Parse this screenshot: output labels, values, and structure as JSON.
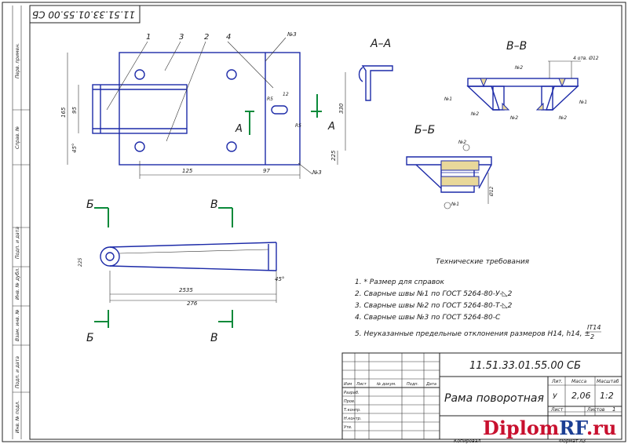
{
  "stamp_top": "11.51.33.01.55.00 СБ",
  "side_column": [
    "Перв. примен.",
    "Справ. №",
    "Подп. и дата",
    "Инв. № дубл.",
    "Взам. инв. №",
    "Подп. и дата",
    "Инв. № подл."
  ],
  "plan_view": {
    "callouts": [
      "1",
      "3",
      "2",
      "4"
    ],
    "weld_marks": [
      "№3",
      "№3"
    ],
    "dims": {
      "width_165": "165",
      "inner_95": "95",
      "right_330": "330",
      "right_225": "225",
      "bottom_125": "125",
      "bottom_97": "97",
      "angle_45": "45°",
      "r5a": "R5",
      "r5b": "R5",
      "slot_12": "12"
    },
    "section_letter": "А"
  },
  "side_view": {
    "dims": {
      "dia_225": "225",
      "len_2535": "2535",
      "len_276": "276",
      "angle_45": "45°"
    },
    "cut_b": "Б",
    "cut_v": "В"
  },
  "section_aa": {
    "title": "А–А"
  },
  "section_vv": {
    "title": "В–В",
    "note": "4 отв. Ø12",
    "welds": [
      "№2",
      "№2",
      "№2",
      "№2",
      "№1",
      "№1"
    ]
  },
  "section_bb": {
    "title": "Б–Б",
    "welds": [
      "№2",
      "№1"
    ],
    "dim": "Ø12"
  },
  "tech_req": {
    "heading": "Технические требования",
    "items": [
      "1. * Размер для справок",
      "2. Сварные швы №1 по ГОСТ 5264-80-У-◺2",
      "3. Сварные швы №2 по ГОСТ 5264-80-Т-◺2",
      "4. Сварные швы №3 по ГОСТ 5264-80-С",
      "5. Неуказанные предельные отклонения размеров Н14, h14, ±"
    ],
    "fraction_top": "IT14",
    "fraction_bottom": "2"
  },
  "title_block": {
    "doc_code": "11.51.33.01.55.00 СБ",
    "name": "Рама поворотная",
    "lit_label": "Лит.",
    "mass_label": "Масса",
    "scale_label": "Масштаб",
    "lit_value": "У",
    "mass_value": "2,06",
    "scale_value": "1:2",
    "sheet_label": "Лист",
    "sheets_label": "Листов",
    "sheets_value": "1",
    "row_labels": [
      "Разраб.",
      "Пров.",
      "Т.контр.",
      "Н.контр.",
      "Утв."
    ],
    "col_headers": [
      "Изм",
      "Лист",
      "№ докум.",
      "Подп.",
      "Дата"
    ],
    "copied": "Копировал",
    "format": "Формат А3"
  },
  "watermark": {
    "part1": "Diplom",
    "part2": "RF",
    "part3": ".ru"
  }
}
